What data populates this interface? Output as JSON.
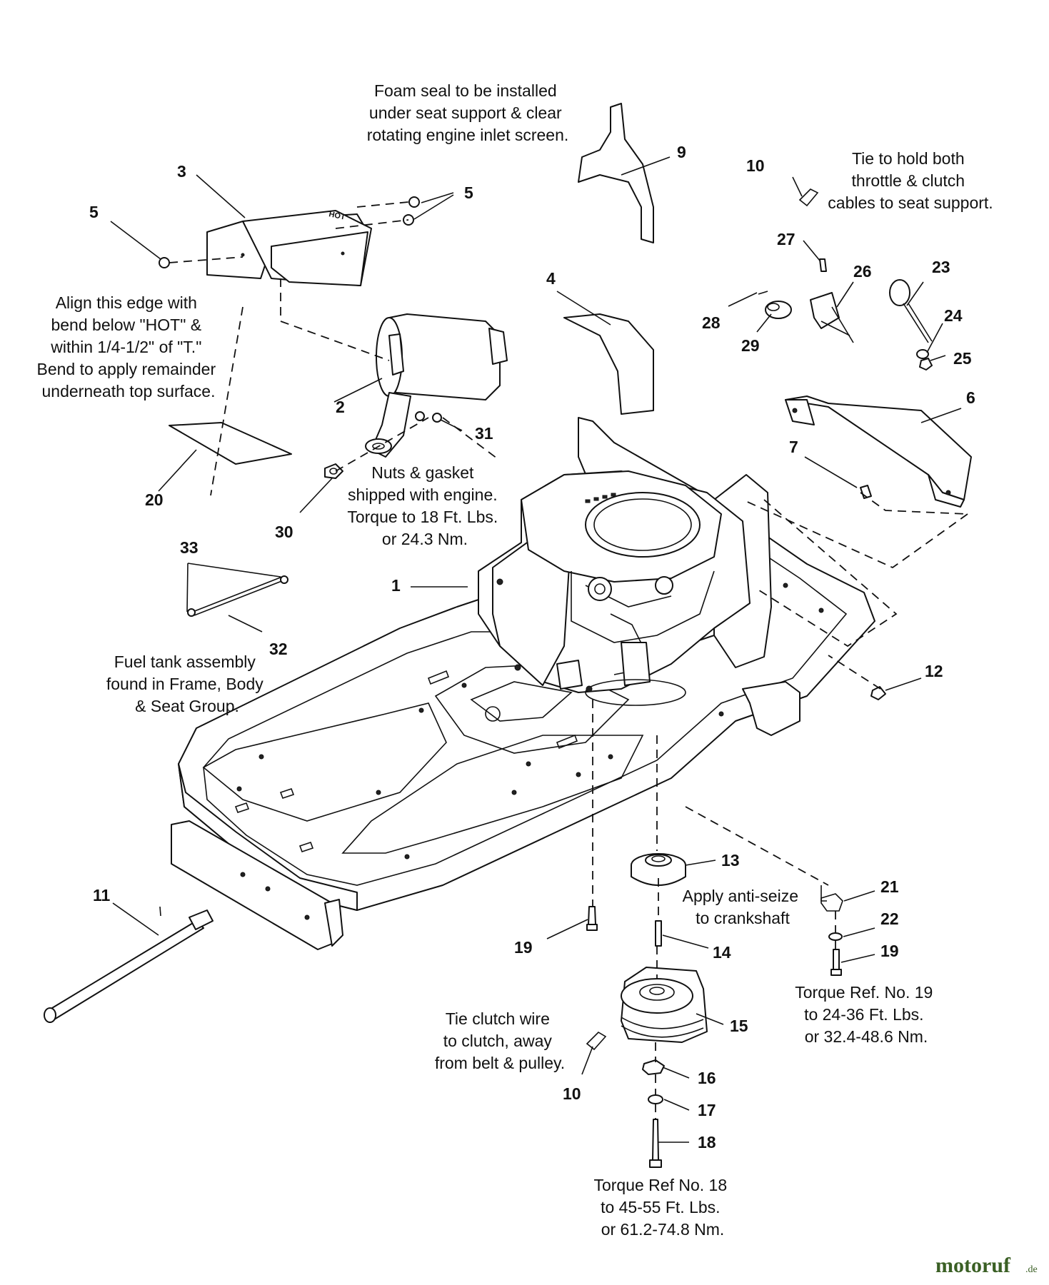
{
  "callouts": {
    "n1": "1",
    "n2": "2",
    "n3": "3",
    "n4": "4",
    "n5a": "5",
    "n5b": "5",
    "n6": "6",
    "n7": "7",
    "n9": "9",
    "n10a": "10",
    "n10b": "10",
    "n11": "11",
    "n12": "12",
    "n13": "13",
    "n14": "14",
    "n15": "15",
    "n16": "16",
    "n17": "17",
    "n18": "18",
    "n19a": "19",
    "n19b": "19",
    "n20": "20",
    "n21": "21",
    "n22": "22",
    "n23": "23",
    "n24": "24",
    "n25": "25",
    "n26": "26",
    "n27": "27",
    "n28": "28",
    "n29": "29",
    "n30": "30",
    "n31": "31",
    "n32": "32",
    "n33": "33"
  },
  "notes": {
    "foam_seal": [
      "Foam seal to be installed",
      "under seat support & clear",
      "rotating engine inlet screen."
    ],
    "tie_cables": [
      "Tie to hold both",
      "throttle & clutch",
      "cables to seat support."
    ],
    "align_edge": [
      "Align this edge with",
      "bend below \"HOT\" &",
      "within 1/4-1/2\" of \"T.\"",
      "Bend to apply remainder",
      "underneath top surface."
    ],
    "nuts_gasket": [
      "Nuts & gasket",
      "shipped with engine.",
      "Torque to 18 Ft. Lbs.",
      "or 24.3 Nm."
    ],
    "fuel_tank": [
      "Fuel tank assembly",
      "found in Frame, Body",
      "& Seat Group."
    ],
    "anti_seize": [
      "Apply anti-seize",
      "to crankshaft"
    ],
    "torque_19": [
      "Torque Ref. No. 19",
      "to 24-36 Ft. Lbs.",
      "or 32.4-48.6 Nm."
    ],
    "tie_clutch": [
      "Tie clutch wire",
      "to clutch, away",
      "from belt & pulley."
    ],
    "torque_18": [
      "Torque Ref No. 18",
      "to 45-55 Ft. Lbs.",
      "or 61.2-74.8 Nm."
    ]
  },
  "stamp": {
    "hot": "HOT"
  },
  "watermark": {
    "brand": "motoruf",
    "tld": ".de"
  }
}
